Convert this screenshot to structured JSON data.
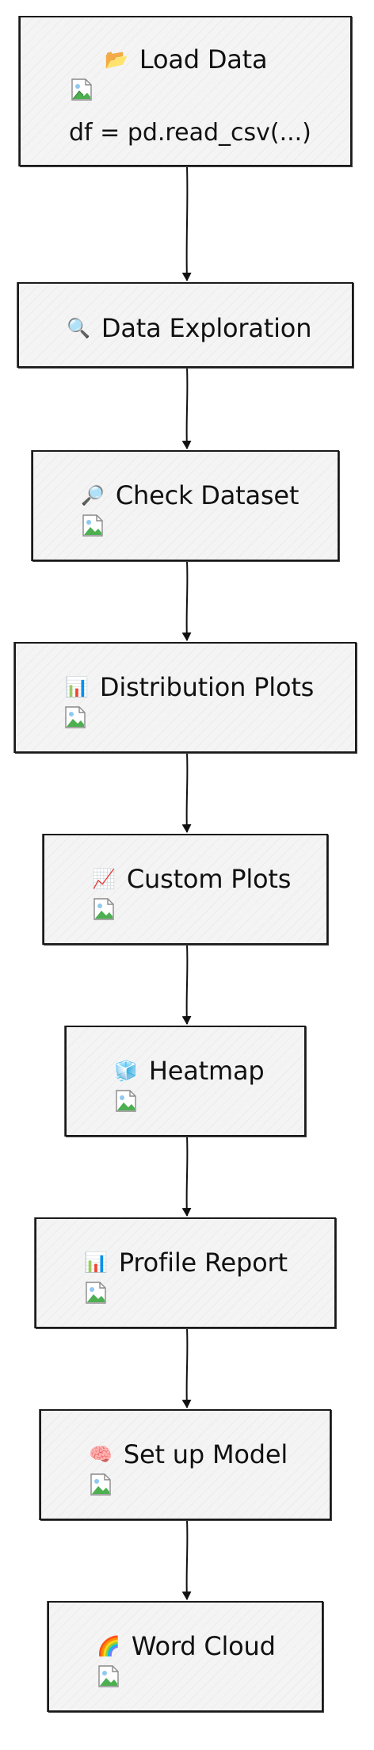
{
  "nodes": [
    {
      "id": "load-data",
      "icon": "open-folder-icon",
      "glyph": "📂",
      "label": "Load Data",
      "code": "df = pd.read_csv(...)"
    },
    {
      "id": "data-exploration",
      "icon": "magnifier-left-icon",
      "glyph": "🔍",
      "label": "Data Exploration"
    },
    {
      "id": "check-dataset",
      "icon": "magnifier-right-icon",
      "glyph": "🔎",
      "label": "Check Dataset"
    },
    {
      "id": "distribution-plots",
      "icon": "bar-chart-icon",
      "glyph": "📊",
      "label": "Distribution Plots"
    },
    {
      "id": "custom-plots",
      "icon": "line-chart-icon",
      "glyph": "📈",
      "label": "Custom Plots"
    },
    {
      "id": "heatmap",
      "icon": "ice-cube-icon",
      "glyph": "🧊",
      "label": "Heatmap"
    },
    {
      "id": "profile-report",
      "icon": "bar-chart-icon",
      "glyph": "📊",
      "label": "Profile Report"
    },
    {
      "id": "set-up-model",
      "icon": "brain-icon",
      "glyph": "🧠",
      "label": "Set up Model"
    },
    {
      "id": "word-cloud",
      "icon": "rainbow-icon",
      "glyph": "🌈",
      "label": "Word Cloud"
    }
  ],
  "edges": [
    [
      "load-data",
      "data-exploration"
    ],
    [
      "data-exploration",
      "check-dataset"
    ],
    [
      "check-dataset",
      "distribution-plots"
    ],
    [
      "distribution-plots",
      "custom-plots"
    ],
    [
      "custom-plots",
      "heatmap"
    ],
    [
      "heatmap",
      "profile-report"
    ],
    [
      "profile-report",
      "set-up-model"
    ],
    [
      "set-up-model",
      "word-cloud"
    ]
  ]
}
